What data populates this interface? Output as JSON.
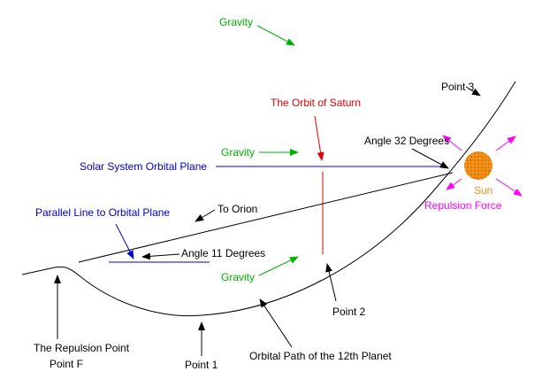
{
  "labels": {
    "gravity_top": "Gravity",
    "gravity_mid": "Gravity",
    "gravity_low": "Gravity",
    "orbit_saturn": "The Orbit of Saturn",
    "point3": "Point 3",
    "angle32": "Angle 32 Degrees",
    "solar_plane": "Solar System Orbital Plane",
    "sun": "Sun",
    "repulsion_force": "Repulsion Force",
    "to_orion": "To Orion",
    "parallel_line": "Parallel Line to Orbital Plane",
    "angle11": "Angle 11 Degrees",
    "point2": "Point 2",
    "repulsion_point": "The Repulsion Point",
    "point_f": "Point F",
    "point1": "Point 1",
    "orbital_path": "Orbital Path of the 12th Planet"
  },
  "colors": {
    "gravity": "#00b000",
    "saturn": "#e00000",
    "plane": "#0000cc",
    "sun_fill": "#f08c14",
    "sun_label": "#f08c14",
    "repulsion": "#ff00ff",
    "black": "#000000"
  }
}
